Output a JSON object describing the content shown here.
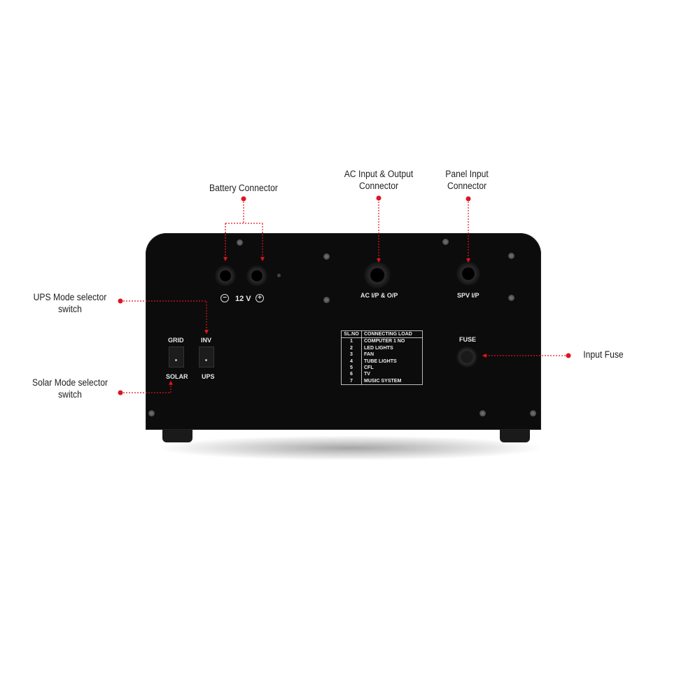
{
  "callouts": {
    "battery": "Battery Connector",
    "ac_line1": "AC Input & Output",
    "ac_line2": "Connector",
    "panel_line1": "Panel Input",
    "panel_line2": "Connector",
    "ups_line1": "UPS Mode selector",
    "ups_line2": "switch",
    "solar_line1": "Solar Mode selector",
    "solar_line2": "switch",
    "fuse": "Input Fuse"
  },
  "device_labels": {
    "voltage": "12 V",
    "minus": "−",
    "plus": "+",
    "ac": "AC I/P & O/P",
    "spv": "SPV I/P",
    "grid": "GRID",
    "solar": "SOLAR",
    "inv": "INV",
    "ups": "UPS",
    "fuse": "FUSE"
  },
  "load_table": {
    "headers": [
      "SL.NO",
      "CONNECTING LOAD"
    ],
    "rows": [
      [
        "1",
        "COMPUTER 1 NO"
      ],
      [
        "2",
        "LED LIGHTS"
      ],
      [
        "3",
        "FAN"
      ],
      [
        "4",
        "TUBE LIGHTS"
      ],
      [
        "5",
        "CFL"
      ],
      [
        "6",
        "TV"
      ],
      [
        "7",
        "MUSIC SYSTEM"
      ]
    ]
  },
  "colors": {
    "accent": "#e0141e",
    "panel": "#0c0c0c"
  }
}
